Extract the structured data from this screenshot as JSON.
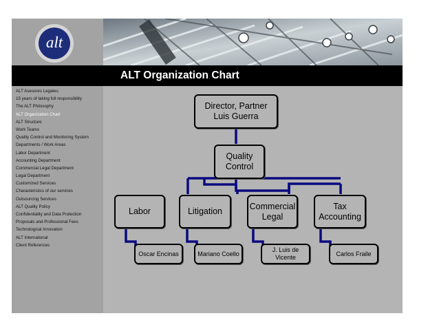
{
  "logo": {
    "text": "alt"
  },
  "title": "ALT Organization Chart",
  "sidebar": {
    "items": [
      {
        "label": "ALT Asesores Legales:",
        "active": false
      },
      {
        "label": "15 years of taking full responsibility",
        "active": false
      },
      {
        "label": "The ALT Philosophy",
        "active": false
      },
      {
        "label": "ALT Organization Chart",
        "active": true
      },
      {
        "label": "ALT Structure",
        "active": false
      },
      {
        "label": "Work Teams",
        "active": false
      },
      {
        "label": "Quality Control and Monitoring System",
        "active": false
      },
      {
        "label": "Departments / Work Areas",
        "active": false
      },
      {
        "label": "Labor Department",
        "active": false
      },
      {
        "label": "Accounting Department",
        "active": false
      },
      {
        "label": "Commercial Legal Department",
        "active": false
      },
      {
        "label": "Legal Department",
        "active": false
      },
      {
        "label": "Customized Services",
        "active": false
      },
      {
        "label": "Characteristics of our services",
        "active": false
      },
      {
        "label": "Outsourcing Services",
        "active": false
      },
      {
        "label": "ALT Quality Policy",
        "active": false
      },
      {
        "label": "Confidentiality and Data Protection",
        "active": false
      },
      {
        "label": "Proposals and Professional Fees",
        "active": false
      },
      {
        "label": "Technological Innovation",
        "active": false
      },
      {
        "label": "ALT International",
        "active": false
      },
      {
        "label": "Client References",
        "active": false
      }
    ]
  },
  "org": {
    "director": {
      "line1": "Director, Partner",
      "line2": "Luis Guerra"
    },
    "quality": {
      "line1": "Quality",
      "line2": "Control"
    },
    "departments": [
      {
        "line1": "Labor",
        "line2": ""
      },
      {
        "line1": "Litigation",
        "line2": ""
      },
      {
        "line1": "Commercial",
        "line2": "Legal"
      },
      {
        "line1": "Tax",
        "line2": "Accounting"
      }
    ],
    "staff": [
      {
        "name": "Oscar Encinas"
      },
      {
        "name": "Mariano Coello"
      },
      {
        "name": "J. Luis de Vicente"
      },
      {
        "name": "Carlos Fraile"
      }
    ]
  },
  "colors": {
    "sidebar_bg": "#a3a3a3",
    "chart_bg": "#b4b4b4",
    "titlebar_bg": "#000000",
    "connector": "#0a0a80",
    "logo_bg": "#1e2d7a"
  }
}
